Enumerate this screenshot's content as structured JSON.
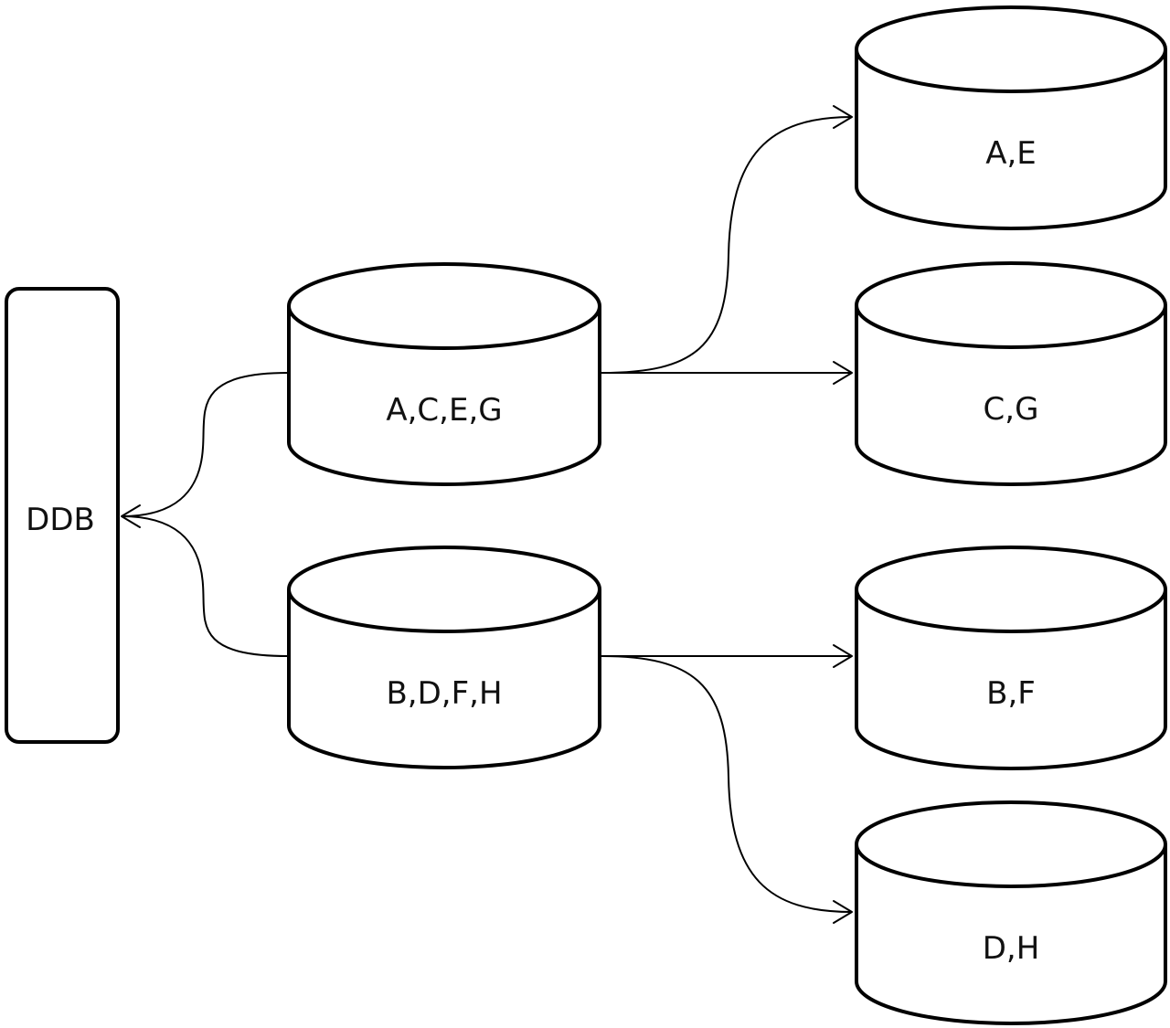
{
  "diagram": {
    "stroke_color": "#000000",
    "fill_color": "#ffffff",
    "nodes": [
      {
        "id": "ddb",
        "shape": "rounded-rect",
        "label": "DDB"
      },
      {
        "id": "aceg",
        "shape": "cylinder",
        "label": "A,C,E,G"
      },
      {
        "id": "bdfh",
        "shape": "cylinder",
        "label": "B,D,F,H"
      },
      {
        "id": "ae",
        "shape": "cylinder",
        "label": "A,E"
      },
      {
        "id": "cg",
        "shape": "cylinder",
        "label": "C,G"
      },
      {
        "id": "bf",
        "shape": "cylinder",
        "label": "B,F"
      },
      {
        "id": "dh",
        "shape": "cylinder",
        "label": "D,H"
      }
    ],
    "edges": [
      {
        "from": "aceg",
        "to": "ddb",
        "style": "curved",
        "arrow": "open"
      },
      {
        "from": "bdfh",
        "to": "ddb",
        "style": "curved",
        "arrow": "open"
      },
      {
        "from": "aceg",
        "to": "ae",
        "style": "curved",
        "arrow": "open"
      },
      {
        "from": "aceg",
        "to": "cg",
        "style": "straight",
        "arrow": "open"
      },
      {
        "from": "bdfh",
        "to": "bf",
        "style": "straight",
        "arrow": "open"
      },
      {
        "from": "bdfh",
        "to": "dh",
        "style": "curved",
        "arrow": "open"
      }
    ]
  }
}
